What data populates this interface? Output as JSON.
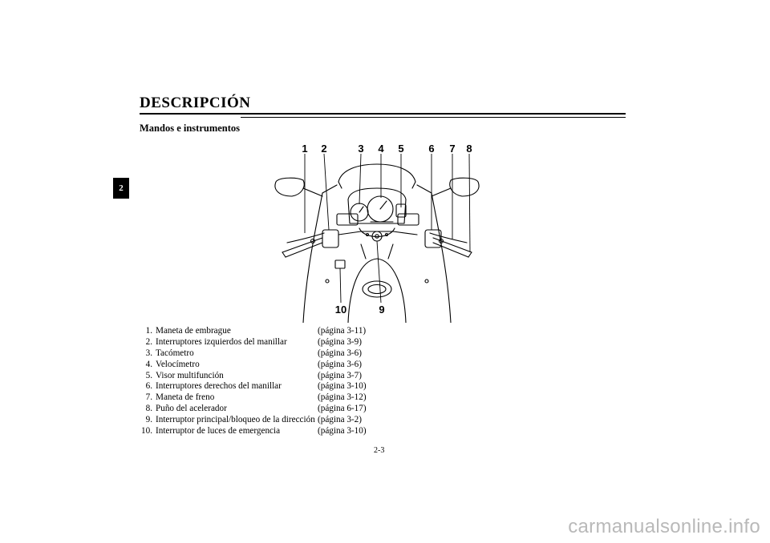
{
  "header": {
    "title": "DESCRIPCIÓN",
    "section": "Mandos e instrumentos",
    "chapter_tab": "2"
  },
  "figure": {
    "callouts": [
      "1",
      "2",
      "3",
      "4",
      "5",
      "6",
      "7",
      "8",
      "9",
      "10"
    ]
  },
  "legend": [
    {
      "num": "1.",
      "label": "Maneta de embrague",
      "page": "(página 3-11)"
    },
    {
      "num": "2.",
      "label": "Interruptores izquierdos del manillar",
      "page": "(página 3-9)"
    },
    {
      "num": "3.",
      "label": "Tacómetro",
      "page": "(página 3-6)"
    },
    {
      "num": "4.",
      "label": "Velocímetro",
      "page": "(página 3-6)"
    },
    {
      "num": "5.",
      "label": "Visor multifunción",
      "page": "(página 3-7)"
    },
    {
      "num": "6.",
      "label": "Interruptores derechos del manillar",
      "page": "(página 3-10)"
    },
    {
      "num": "7.",
      "label": "Maneta de freno",
      "page": "(página 3-12)"
    },
    {
      "num": "8.",
      "label": "Puño del acelerador",
      "page": "(página 6-17)"
    },
    {
      "num": "9.",
      "label": "Interruptor principal/bloqueo de la dirección",
      "page": "(página 3-2)"
    },
    {
      "num": "10.",
      "label": "Interruptor de luces de emergencia",
      "page": "(página 3-10)"
    }
  ],
  "footer": {
    "page_number": "2-3",
    "watermark": "carmanualsonline.info"
  }
}
